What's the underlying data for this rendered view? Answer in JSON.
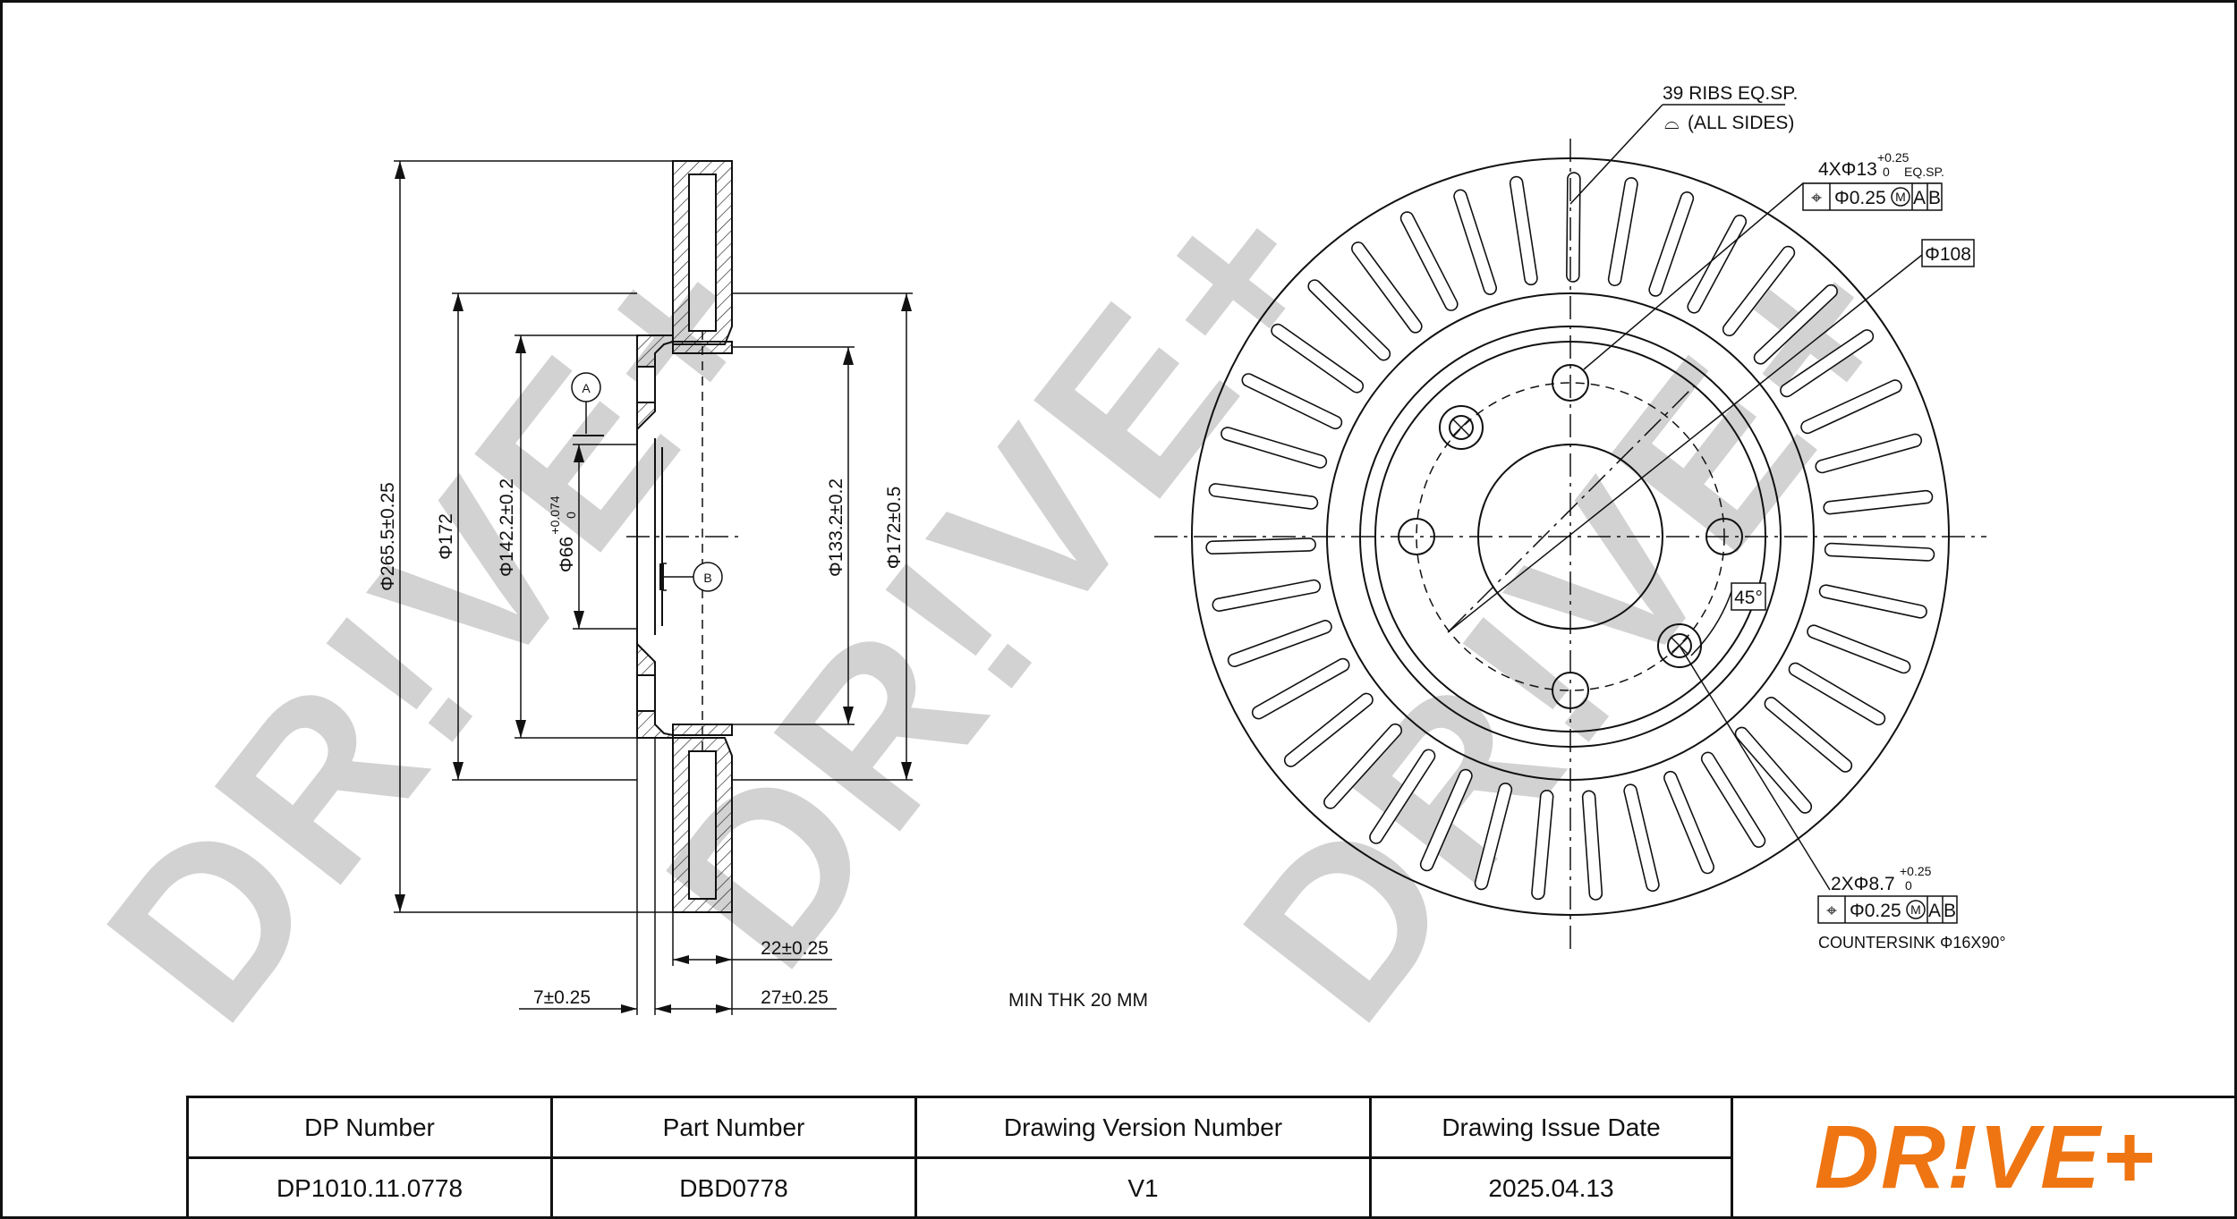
{
  "colors": {
    "line": "#111111",
    "watermark": "#d2d2d2",
    "brand": "#ee7512"
  },
  "watermark": {
    "text": "DR!VE+"
  },
  "side_view": {
    "dims": {
      "outer_dia": "Φ265.5±0.25",
      "dia_172_left": "Φ172",
      "dia_142": "Φ142.2±0.2",
      "bore_main": "Φ66",
      "bore_tol_upper": "+0.074",
      "bore_tol_lower": "0",
      "dia_133": "Φ133.2±0.2",
      "dia_172_right": "Φ172±0.5",
      "thk_22": "22±0.25",
      "thk_7": "7±0.25",
      "thk_27": "27±0.25"
    },
    "datum_a": "A",
    "datum_b": "B"
  },
  "front_view": {
    "ribs_line1": "39 RIBS EQ.SP.",
    "ribs_line2": "(ALL SIDES)",
    "holes4_main": "4XΦ13",
    "holes4_tol_upper": "+0.25",
    "holes4_tol_lower": "0",
    "holes4_eqsp": "EQ.SP.",
    "fcf1": {
      "symbol": "⌖",
      "tolerance": "Φ0.25",
      "modifier": "M",
      "datum1": "A",
      "datum2": "B"
    },
    "pcd": "Φ108",
    "angle": "45°",
    "holes2_main": "2XΦ8.7",
    "holes2_tol_upper": "+0.25",
    "holes2_tol_lower": "0",
    "fcf2": {
      "symbol": "⌖",
      "tolerance": "Φ0.25",
      "modifier": "M",
      "datum1": "A",
      "datum2": "B"
    },
    "countersink": "COUNTERSINK Φ16X90°"
  },
  "min_thk": "MIN THK 20 MM",
  "title_block": {
    "headers": [
      "DP Number",
      "Part Number",
      "Drawing Version Number",
      "Drawing Issue Date"
    ],
    "values": [
      "DP1010.11.0778",
      "DBD0778",
      "V1",
      "2025.04.13"
    ],
    "logo": "DR!VE+"
  }
}
